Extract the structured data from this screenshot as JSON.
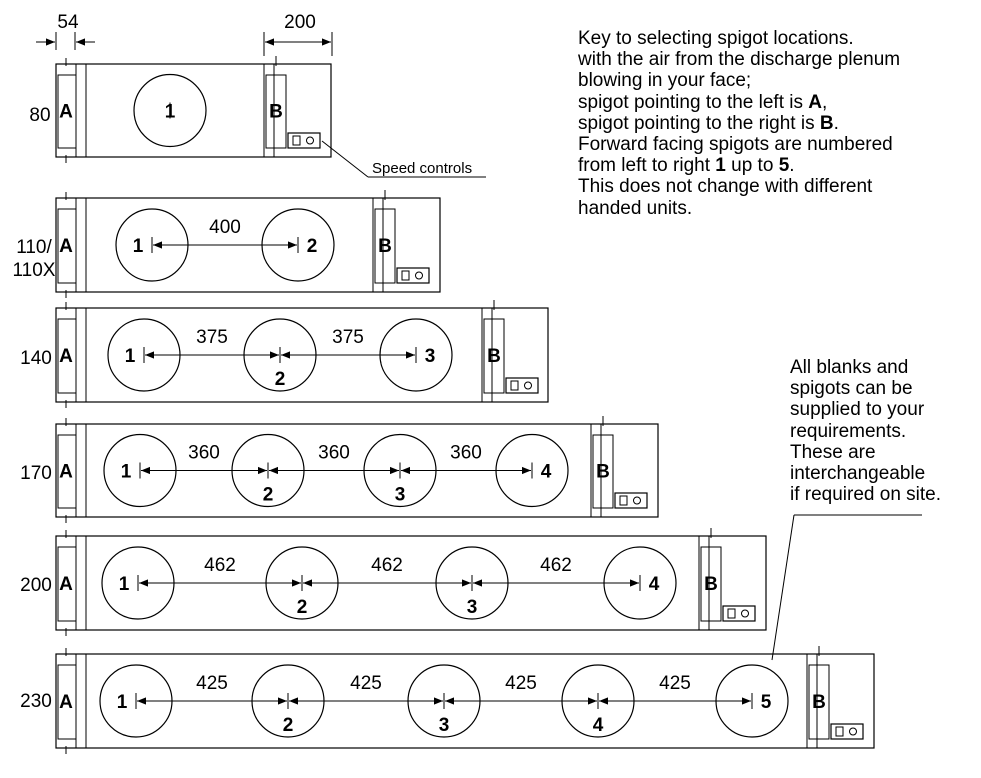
{
  "dimensions": {
    "end_width": "54",
    "side_width": "200"
  },
  "speed_controls_label": "Speed controls",
  "key": {
    "lines": [
      [
        {
          "t": "Key to selecting spigot locations."
        }
      ],
      [
        {
          "t": "with the air from the discharge plenum"
        }
      ],
      [
        {
          "t": "blowing in your face;"
        }
      ],
      [
        {
          "t": "spigot pointing to the left is "
        },
        {
          "t": "A",
          "b": true
        },
        {
          "t": ","
        }
      ],
      [
        {
          "t": "spigot pointing to the right is "
        },
        {
          "t": "B",
          "b": true
        },
        {
          "t": "."
        }
      ],
      [
        {
          "t": "Forward facing spigots are numbered"
        }
      ],
      [
        {
          "t": "from left to right "
        },
        {
          "t": "1",
          "b": true
        },
        {
          "t": " up to "
        },
        {
          "t": "5",
          "b": true
        },
        {
          "t": "."
        }
      ],
      [
        {
          "t": "This does not change with different"
        }
      ],
      [
        {
          "t": "handed units."
        }
      ]
    ]
  },
  "note": {
    "lines": [
      "All blanks and",
      "spigots can be",
      "supplied to your",
      "requirements.",
      "These are",
      "interchangeable",
      "if required on site."
    ]
  },
  "units": [
    {
      "size_label": [
        "80"
      ],
      "left_label": "A",
      "right_label": "B",
      "spigots": [
        "1"
      ],
      "spacings": []
    },
    {
      "size_label": [
        "110/",
        "110X"
      ],
      "left_label": "A",
      "right_label": "B",
      "spigots": [
        "1",
        "2"
      ],
      "spacings": [
        "400"
      ]
    },
    {
      "size_label": [
        "140"
      ],
      "left_label": "A",
      "right_label": "B",
      "spigots": [
        "1",
        "2",
        "3"
      ],
      "spacings": [
        "375",
        "375"
      ]
    },
    {
      "size_label": [
        "170"
      ],
      "left_label": "A",
      "right_label": "B",
      "spigots": [
        "1",
        "2",
        "3",
        "4"
      ],
      "spacings": [
        "360",
        "360",
        "360"
      ]
    },
    {
      "size_label": [
        "200"
      ],
      "left_label": "A",
      "right_label": "B",
      "spigots": [
        "1",
        "2",
        "3",
        "4"
      ],
      "spacings": [
        "462",
        "462",
        "462"
      ]
    },
    {
      "size_label": [
        "230"
      ],
      "left_label": "A",
      "right_label": "B",
      "spigots": [
        "1",
        "2",
        "3",
        "4",
        "5"
      ],
      "spacings": [
        "425",
        "425",
        "425",
        "425"
      ]
    }
  ]
}
